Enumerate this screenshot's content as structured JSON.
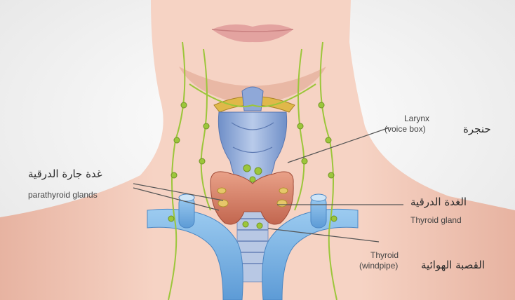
{
  "labels": {
    "larynx": {
      "en_line1": "Larynx",
      "en_line2": "(voice box)",
      "ar": "حنجرة"
    },
    "parathyroid": {
      "ar": "غدة جارة الدرقية",
      "en": "parathyroid glands"
    },
    "thyroid_gland": {
      "ar": "الغدة الدرقية",
      "en": "Thyroid gland"
    },
    "windpipe": {
      "en_line1": "Thyroid",
      "en_line2": "(windpipe)",
      "ar": "القصبة الهوائية"
    }
  },
  "colors": {
    "skin": "#f6d3c4",
    "skin_shadow": "#e9b6a3",
    "cartilage": "#9fb6dc",
    "thyroid": "#d9826a",
    "vessels": "#7fb6e6",
    "lymph": "#9cc63b",
    "leader_line": "#555555"
  }
}
